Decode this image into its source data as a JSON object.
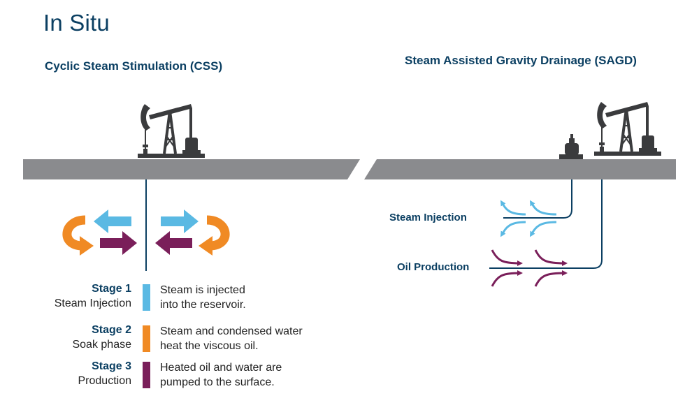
{
  "title": "In Situ",
  "css": {
    "title": "Cyclic Steam Stimulation (CSS)",
    "stages": [
      {
        "name": "Stage 1",
        "sub": "Steam Injection",
        "desc": [
          "Steam is injected",
          "into the reservoir."
        ],
        "color": "#5ab9e3"
      },
      {
        "name": "Stage 2",
        "sub": "Soak phase",
        "desc": [
          "Steam and condensed water",
          "heat the viscous oil."
        ],
        "color": "#f08a24"
      },
      {
        "name": "Stage 3",
        "sub": "Production",
        "desc": [
          "Heated oil and water are",
          "pumped to the surface."
        ],
        "color": "#7a1f5a"
      }
    ]
  },
  "sagd": {
    "title": "Steam Assisted Gravity Drainage (SAGD)",
    "steam_label": "Steam Injection",
    "oil_label": "Oil Production"
  },
  "colors": {
    "steam": "#5ab9e3",
    "soak": "#f08a24",
    "oil": "#7a1f5a",
    "ground": "#8a8b8e",
    "pipe": "#0b3f62",
    "pumpjack": "#3a3b3d"
  }
}
